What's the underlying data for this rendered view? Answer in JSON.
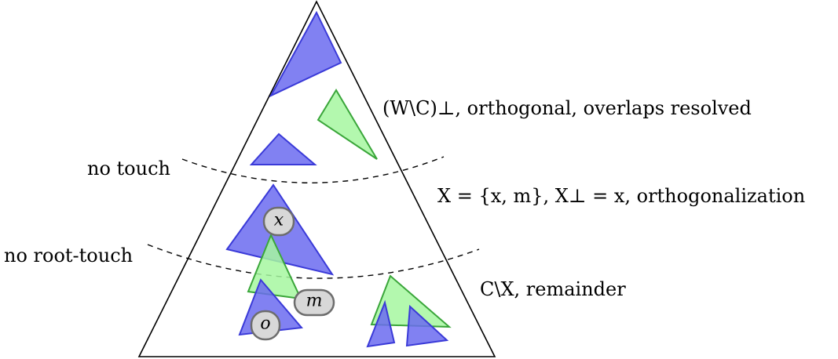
{
  "labels": {
    "top_region": "(W\\C)⊥, orthogonal, overlaps resolved",
    "middle_region": "X = {x, m}, X⊥ = x, orthogonalization",
    "bottom_region": "C\\X, remainder",
    "no_touch": "no touch",
    "no_root_touch": "no root-touch"
  },
  "nodes": {
    "x": "x",
    "m": "m",
    "o": "o"
  },
  "colors": {
    "blue_fill": "#6b6bf0",
    "blue_stroke": "#3a3ad8",
    "green_fill": "#a6f7a0",
    "green_stroke": "#3aa63a",
    "node_fill": "#d8d8d8"
  }
}
